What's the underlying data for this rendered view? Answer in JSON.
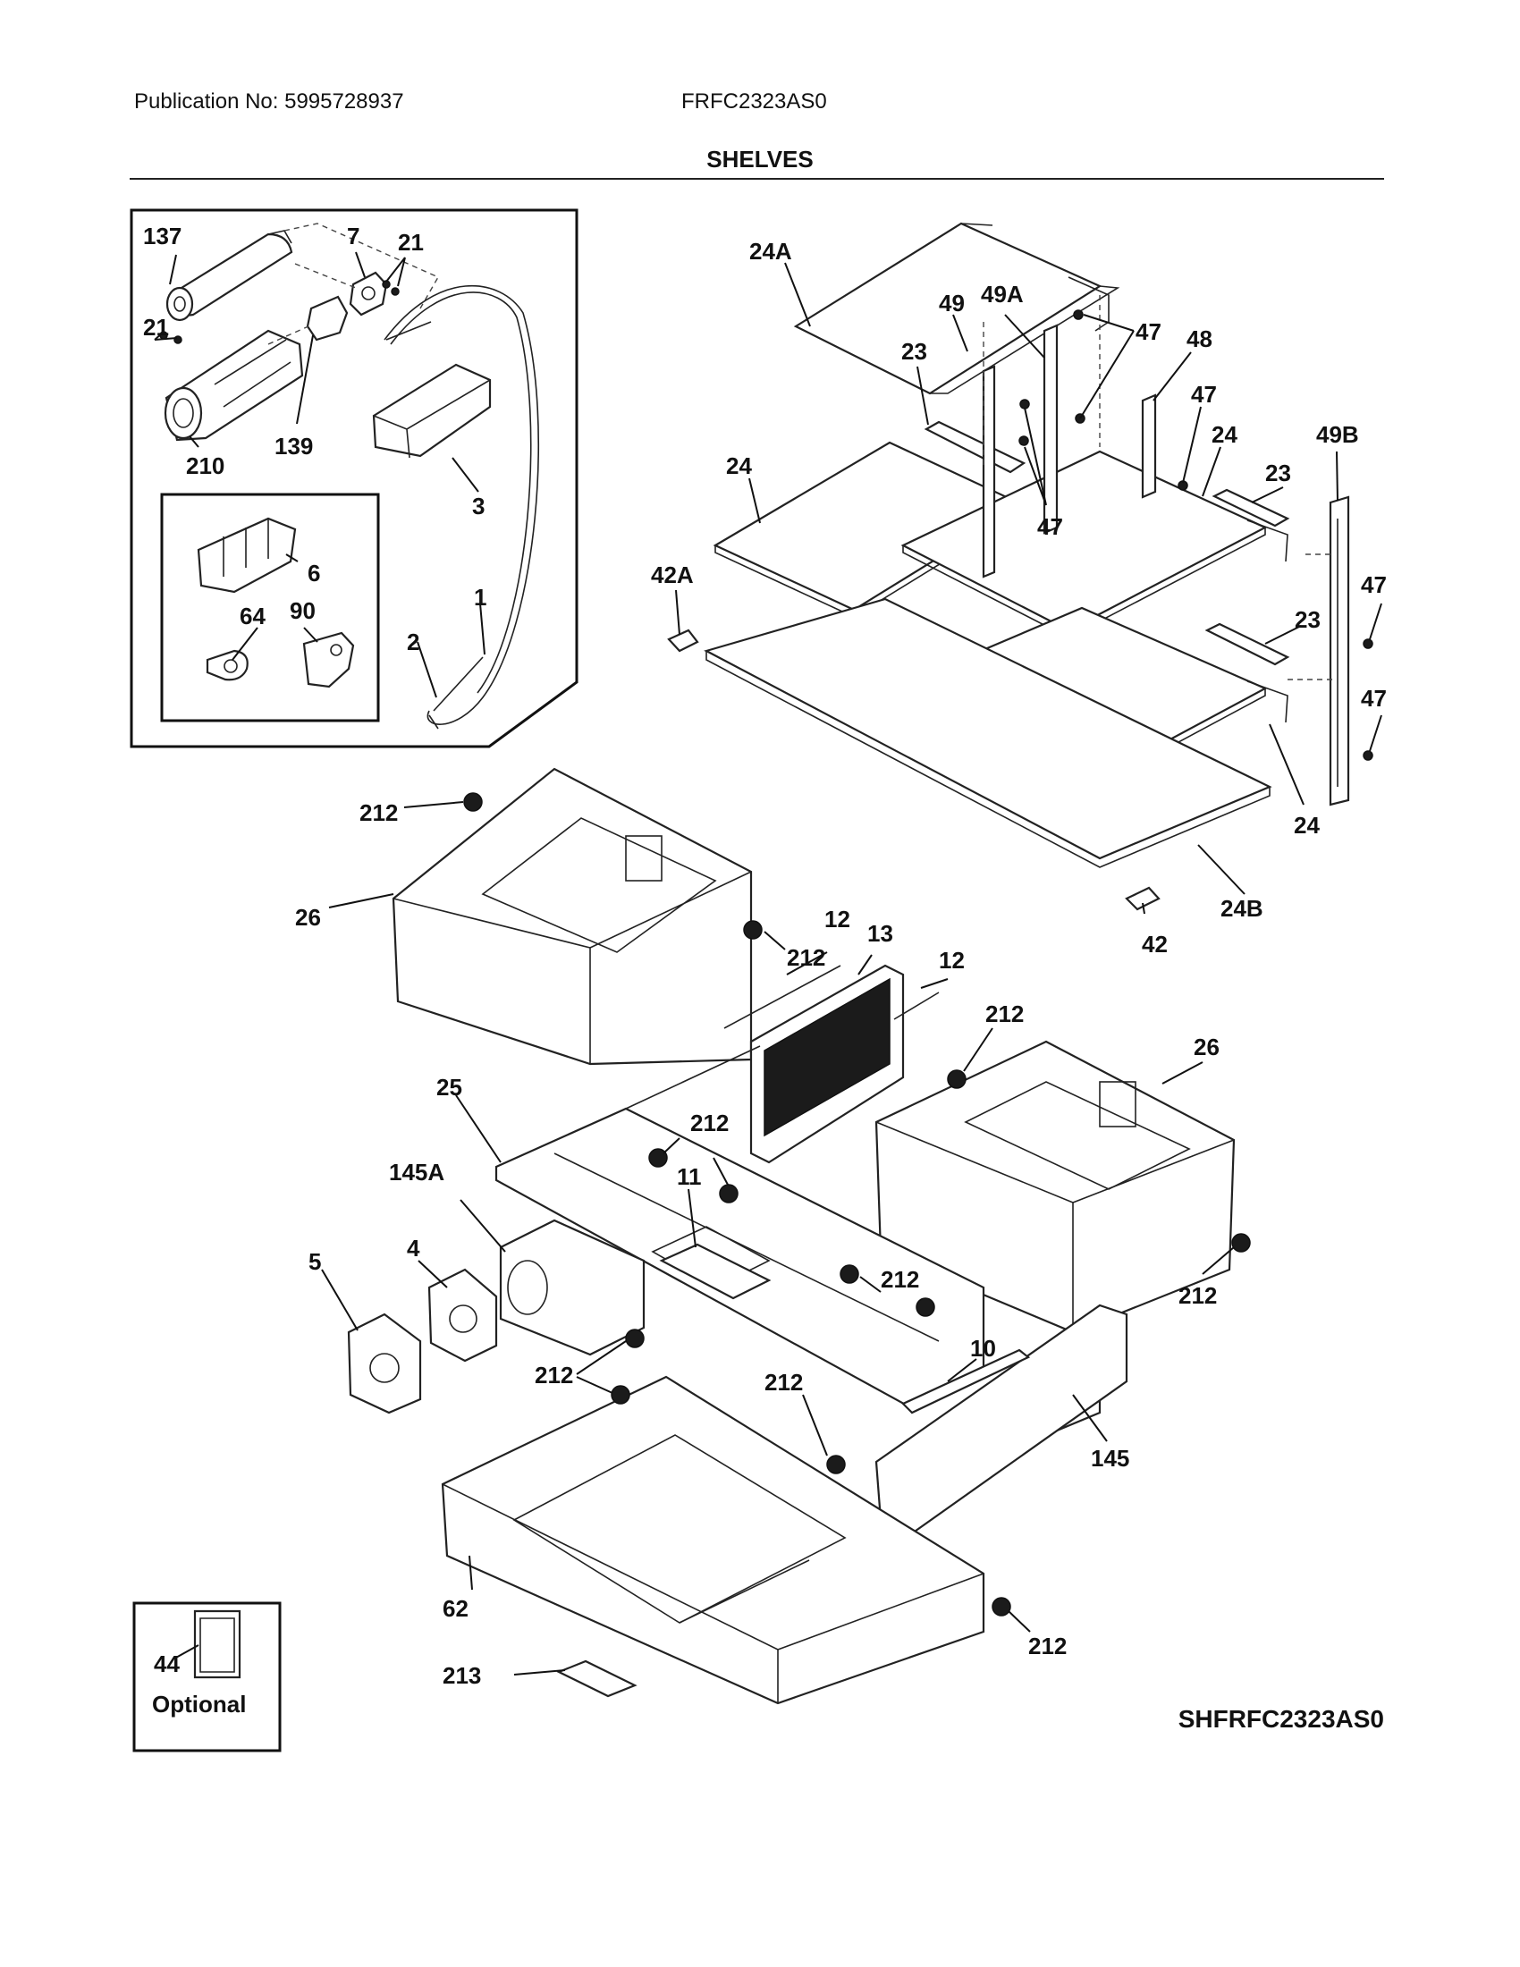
{
  "header": {
    "publication": "Publication No: 5995728937",
    "model": "FRFC2323AS0",
    "section_title": "SHELVES"
  },
  "footer": {
    "diagram_code": "SHFRFC2323AS0"
  },
  "inset_optional": {
    "part": "44",
    "label": "Optional"
  },
  "callouts": {
    "p137": "137",
    "p7": "7",
    "p21a": "21",
    "p21b": "21",
    "p210": "210",
    "p139": "139",
    "p3": "3",
    "p6": "6",
    "p64": "64",
    "p90": "90",
    "p2": "2",
    "p1": "1",
    "p24A": "24A",
    "p49": "49",
    "p49A": "49A",
    "p47a": "47",
    "p48": "48",
    "p23a": "23",
    "p47b": "47",
    "p24a": "24",
    "p24b": "24",
    "p47c": "47",
    "p49B": "49B",
    "p23b": "23",
    "p42A": "42A",
    "p47d": "47",
    "p23c": "23",
    "p47e": "47",
    "p24c": "24",
    "p24B": "24B",
    "p42": "42",
    "p212a": "212",
    "p26a": "26",
    "p212b": "212",
    "p12a": "12",
    "p13": "13",
    "p12b": "12",
    "p212c": "212",
    "p26b": "26",
    "p25": "25",
    "p212d": "212",
    "p145A": "145A",
    "p11": "11",
    "p5": "5",
    "p4": "4",
    "p212e": "212",
    "p212f": "212",
    "p10": "10",
    "p212g": "212",
    "p212h": "212",
    "p145": "145",
    "p62": "62",
    "p212i": "212",
    "p213": "213"
  }
}
